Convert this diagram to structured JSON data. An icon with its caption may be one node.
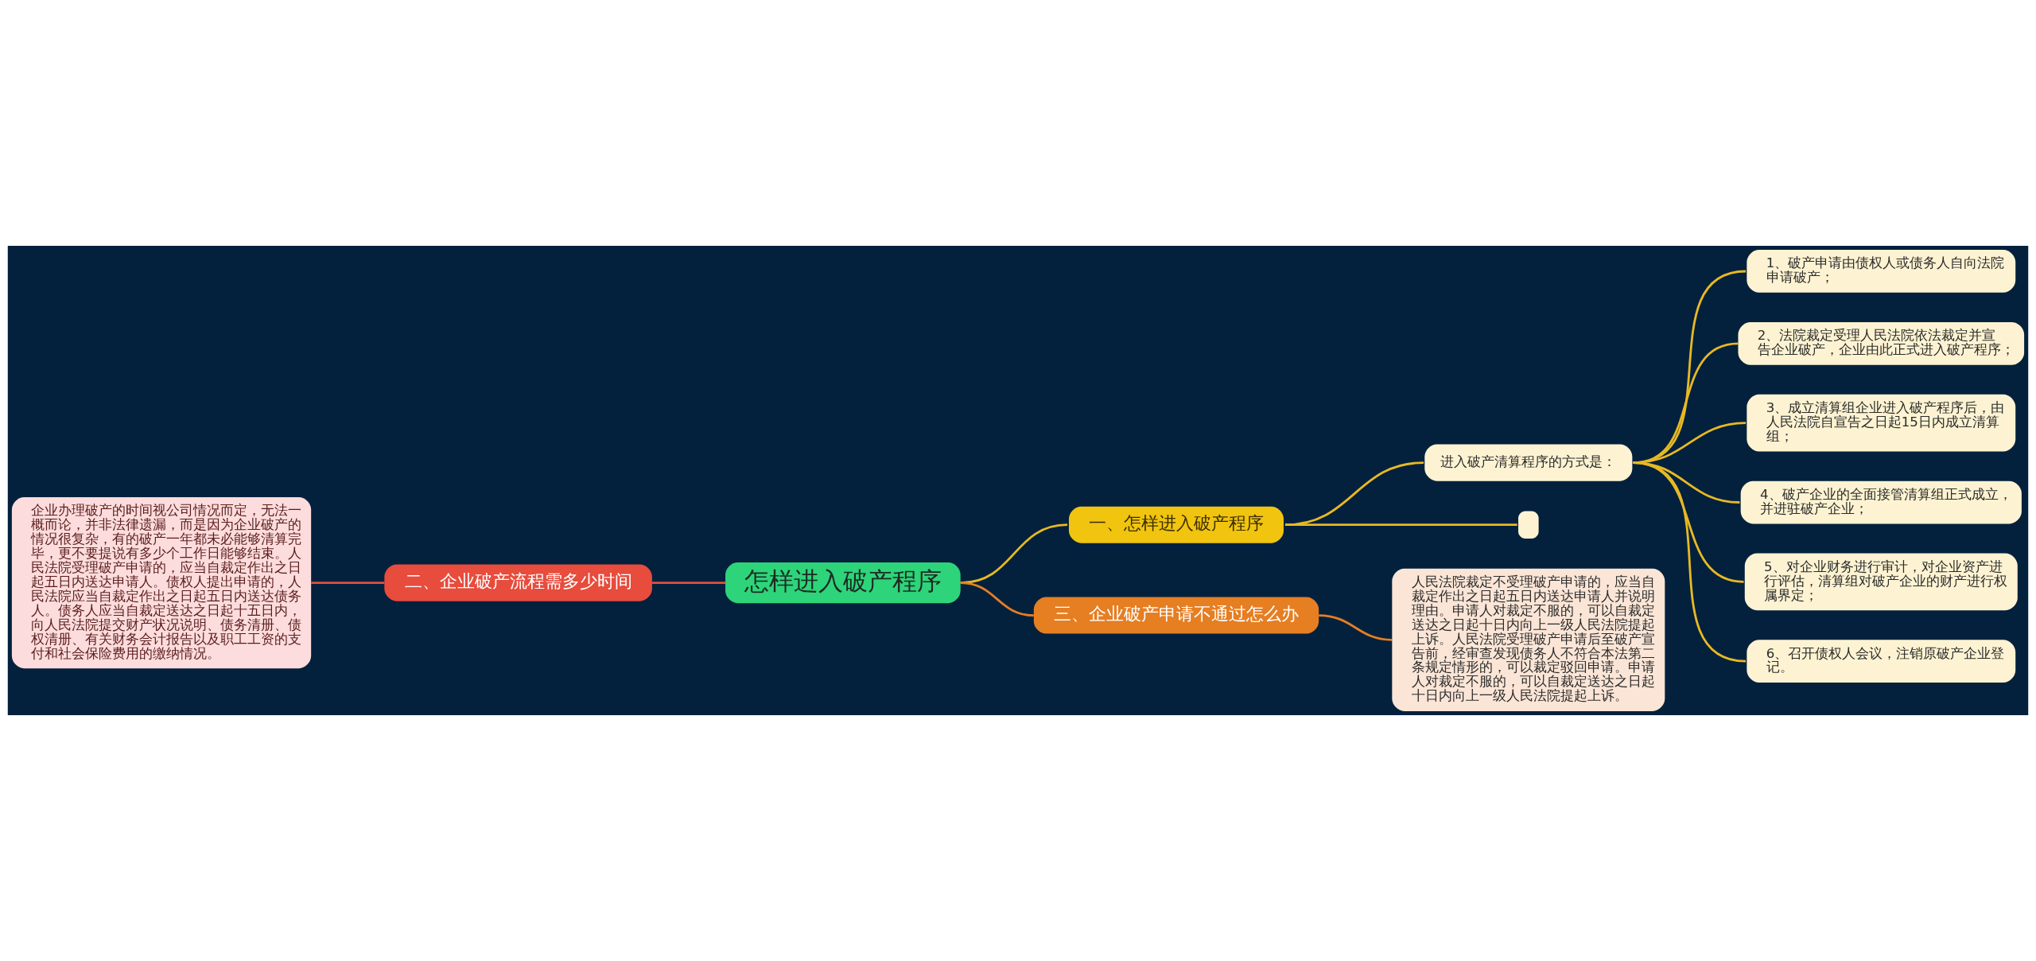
{
  "diagram": {
    "nodes": [
      {
        "text": [
          "怎样进入破产程序"
        ]
      },
      {
        "text": [
          "一、怎样进入破产程序"
        ]
      },
      {
        "text": [
          "进入破产清算程序的方式是："
        ]
      },
      {
        "text": [
          "1、破产申请由债权人或债务人自向法院申请破产；"
        ]
      },
      {
        "text": [
          "2、法院裁定受理人民法院依法裁定并宣告企业破产，企业由此正式进入破产程序；"
        ]
      },
      {
        "text": [
          "3、成立清算组企业进入破产程序后，由人民法院自宣告之日起15日内成立清算组；"
        ]
      },
      {
        "text": [
          "4、破产企业的全面接管清算组正式成立，并进驻破产企业；"
        ]
      },
      {
        "text": [
          "5、对企业财务进行审计，对企业资产进行评估，清算组对破产企业的财产进行权属界定；"
        ]
      },
      {
        "text": [
          "6、召开债权人会议，注销原破产企业登记。"
        ]
      },
      {
        "text": [],
        "shape": "box"
      },
      {
        "text": [
          "三、企业破产申请不通过怎么办"
        ]
      },
      {
        "text": [
          "人民法院裁定不受理破产申请的，应当自裁定作出之日起五日内送达申请人并说明理由。申请人对裁定不服的，可以自裁定送达之日起十日内向上一级人民法院提起上诉。人民法院受理破产申请后至破产宣告前，经审查发现债务人不符合本法第二条规定情形的，可以裁定驳回申请。申请人对裁定不服的，可以自裁定送达之日起十日内向上一级人民法院提起上诉。"
        ]
      },
      {
        "text": [
          "二、企业破产流程需多少时间"
        ]
      },
      {
        "text": [
          "企业办理破产的时间视公司情况而定，无法一概而论，并非法律遗漏，而是因为企业破产的情况很复杂，有的破产一年都未必能够清算完毕，更不要提说有多少个工作日能够结束。人民法院受理破产申请的，应当自裁定作出之日起五日内送达申请人。债权人提出申请的，人民法院应当自裁定作出之日起五日内送达债务人。债务人应当自裁定送达之日起十五日内，向人民法院提交财产状况说明、债务清册、债权清册、有关财务会计报告以及职工工资的支付和社会保险费用的缴纳情况。"
        ]
      }
    ],
    "edges": [
      {
        "from": 0,
        "to": 1,
        "arrow": "none"
      },
      {
        "from": 1,
        "to": 2,
        "arrow": "none"
      },
      {
        "from": 2,
        "to": 3,
        "arrow": "none"
      },
      {
        "from": 2,
        "to": 4,
        "arrow": "none"
      },
      {
        "from": 2,
        "to": 5,
        "arrow": "none"
      },
      {
        "from": 2,
        "to": 6,
        "arrow": "none"
      },
      {
        "from": 2,
        "to": 7,
        "arrow": "none"
      },
      {
        "from": 2,
        "to": 8,
        "arrow": "none"
      },
      {
        "from": 1,
        "to": 9,
        "arrow": "none"
      },
      {
        "from": 0,
        "to": 10,
        "arrow": "none",
        "color": "#e67e22"
      },
      {
        "from": 10,
        "to": 11,
        "arrow": "none",
        "color": "#e67e22"
      },
      {
        "from": 0,
        "to": 12,
        "arrow": "none",
        "color": "#e74c3c"
      },
      {
        "from": 12,
        "to": 13,
        "arrow": "none",
        "color": "#e74c3c"
      }
    ]
  }
}
